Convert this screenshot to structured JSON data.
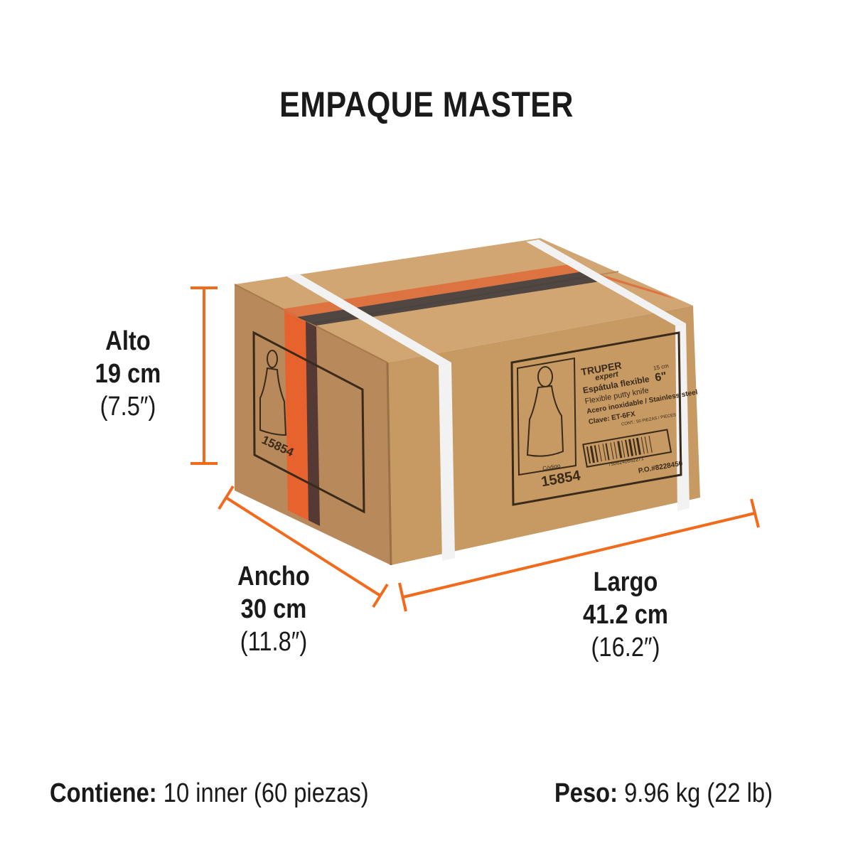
{
  "title": "EMPAQUE MASTER",
  "dimensions": {
    "alto": {
      "label": "Alto",
      "metric": "19 cm",
      "imperial": "(7.5″)"
    },
    "ancho": {
      "label": "Ancho",
      "metric": "30 cm",
      "imperial": "(11.8″)"
    },
    "largo": {
      "label": "Largo",
      "metric": "41.2 cm",
      "imperial": "(16.2″)"
    }
  },
  "footer": {
    "contiene_label": "Contiene:",
    "contiene_value": "10 inner (60 piezas)",
    "peso_label": "Peso:",
    "peso_value": "9.96 kg (22 lb)"
  },
  "box_label": {
    "brand": "TRUPER",
    "brand_sub": "expert",
    "product_es": "Espátula flexible",
    "product_en": "Flexible putty knife",
    "material": "Acero inoxidable / Stainless steel",
    "size_cm": "15 cm",
    "size_in": "6\"",
    "clave": "Clave: ET-6FX",
    "cont": "CONT.: 50 PIEZAS / PIECES",
    "codigo_label": "Código",
    "codigo": "15854",
    "barcode_number": "7506240652271",
    "po": "P.O.#8228450"
  },
  "colors": {
    "accent": "#f26a1b",
    "cardboard_front": "#c79a63",
    "cardboard_side": "#b8895a",
    "cardboard_top": "#d2a672"
  }
}
